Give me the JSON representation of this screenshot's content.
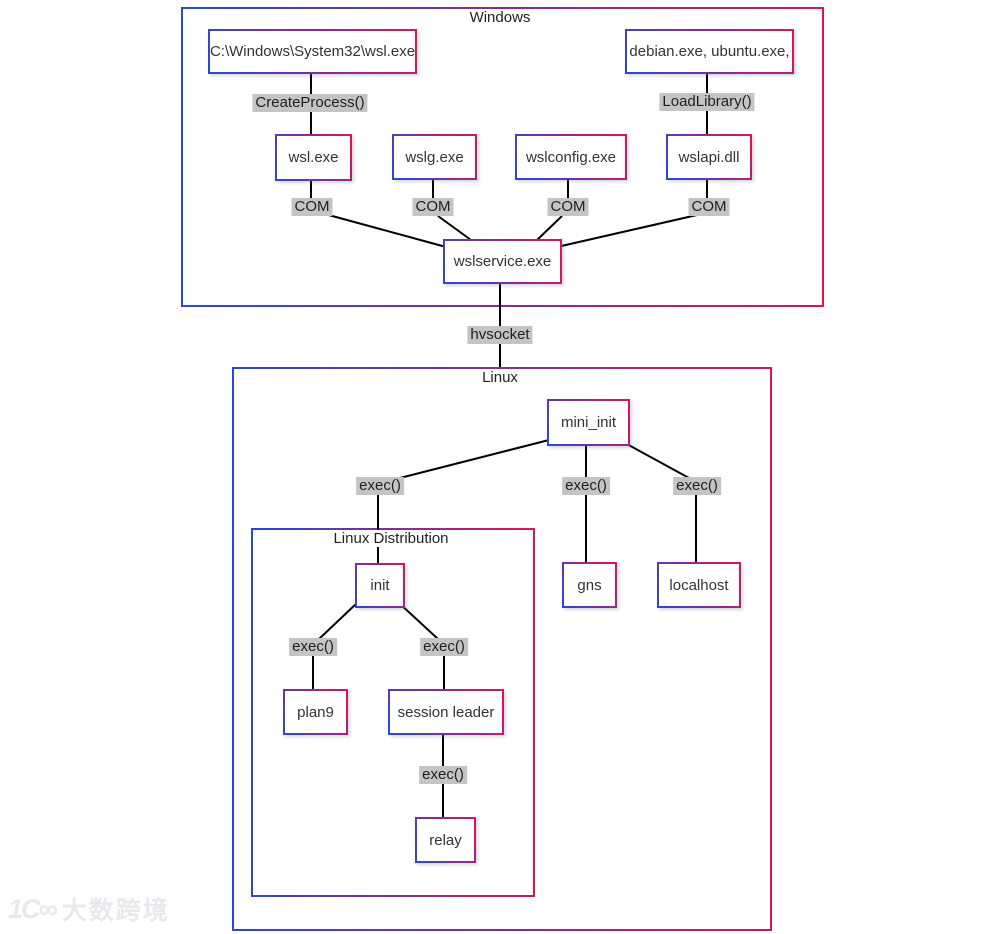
{
  "containers": {
    "windows": {
      "title": "Windows"
    },
    "linux": {
      "title": "Linux"
    },
    "distro": {
      "title": "Linux Distribution"
    }
  },
  "nodes": {
    "wsl_path": "C:\\Windows\\System32\\wsl.exe",
    "installers": "debian.exe, ubuntu.exe,",
    "wsl_exe": "wsl.exe",
    "wslg_exe": "wslg.exe",
    "wslconfig_exe": "wslconfig.exe",
    "wslapi_dll": "wslapi.dll",
    "wslservice_exe": "wslservice.exe",
    "mini_init": "mini_init",
    "gns": "gns",
    "localhost": "localhost",
    "init": "init",
    "plan9": "plan9",
    "session_leader": "session leader",
    "relay": "relay"
  },
  "edge_labels": {
    "create_process": "CreateProcess()",
    "load_library": "LoadLibrary()",
    "com": "COM",
    "hvsocket": "hvsocket",
    "exec": "exec()"
  },
  "watermark": {
    "icon": "1C∞",
    "text": "大数跨境"
  },
  "colors": {
    "gradient_blue": "#2948d8",
    "gradient_red": "#dc1550",
    "label_bg": "#c4c4c4",
    "line": "#000000"
  }
}
